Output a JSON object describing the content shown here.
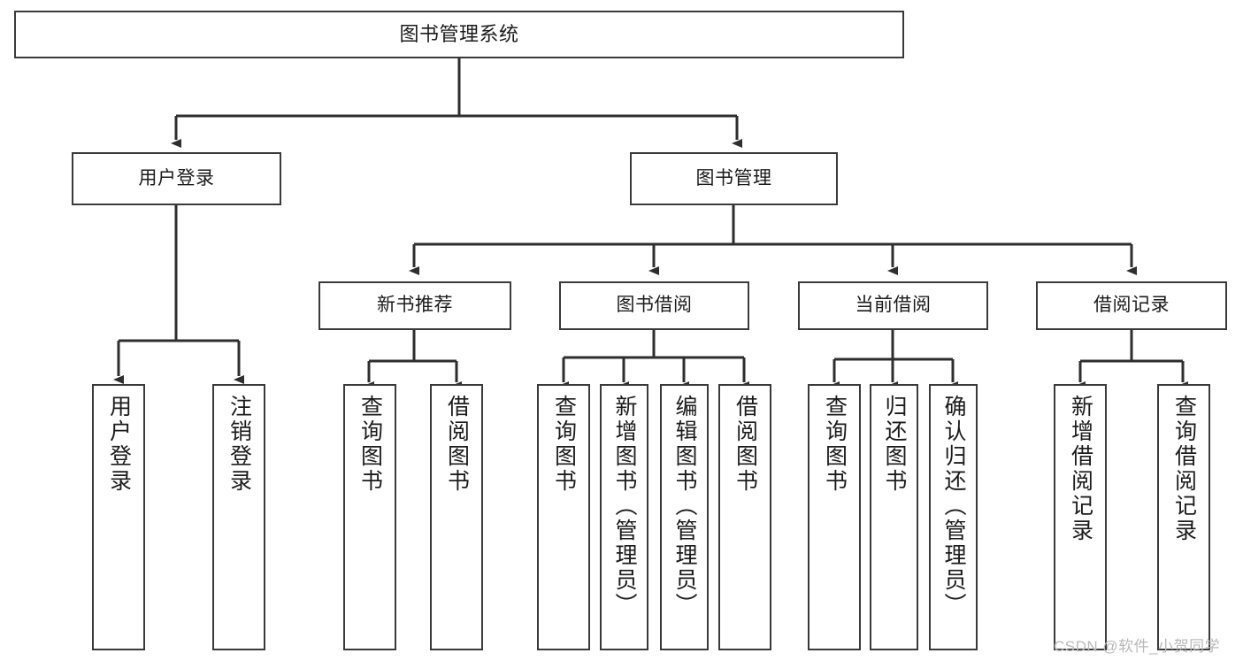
{
  "diagram": {
    "title": "图书管理系统",
    "type": "tree-hierarchy",
    "watermark": "CSDN @软件_小贺同学",
    "colors": {
      "background": "#ffffff",
      "box_border": "#3a3a3a",
      "box_fill": "#ffffff",
      "text": "#1b1b1b",
      "connector": "#2e2e2e",
      "watermark": "#b9b9b9"
    },
    "root": {
      "label": "图书管理系统"
    },
    "level2": [
      {
        "label": "用户登录"
      },
      {
        "label": "图书管理"
      }
    ],
    "level3": [
      {
        "label": "新书推荐"
      },
      {
        "label": "图书借阅"
      },
      {
        "label": "当前借阅"
      },
      {
        "label": "借阅记录"
      }
    ],
    "leaves": {
      "user_login": [
        {
          "label": "用户登录"
        },
        {
          "label": "注销登录"
        }
      ],
      "new_book": [
        {
          "label": "查询图书"
        },
        {
          "label": "借阅图书"
        }
      ],
      "book_borrow": [
        {
          "label": "查询图书"
        },
        {
          "label": "新增图书（管理员）"
        },
        {
          "label": "编辑图书（管理员）"
        },
        {
          "label": "借阅图书"
        }
      ],
      "current_borrow": [
        {
          "label": "查询图书"
        },
        {
          "label": "归还图书"
        },
        {
          "label": "确认归还（管理员）"
        }
      ],
      "borrow_record": [
        {
          "label": "新增借阅记录"
        },
        {
          "label": "查询借阅记录"
        }
      ]
    }
  }
}
